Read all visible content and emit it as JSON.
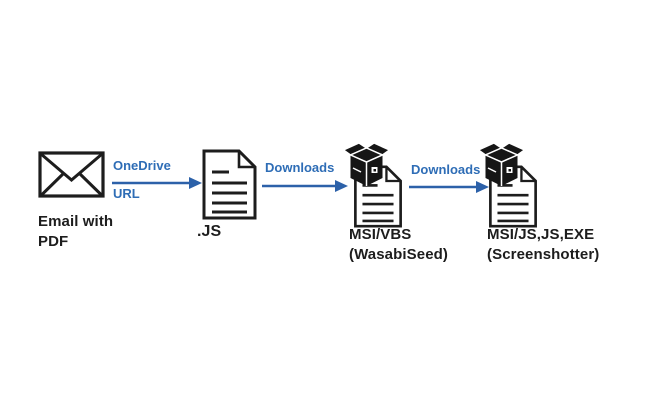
{
  "diagram": {
    "type": "flow",
    "background": "#ffffff",
    "ink_color": "#1d1d1d",
    "accent_blue": "#2e6db6",
    "arrow_blue": "#2c61a9",
    "nodes": [
      {
        "id": "email-with-pdf",
        "icon": "envelope-icon",
        "label_lines": [
          "Email with",
          "PDF"
        ]
      },
      {
        "id": "js-file",
        "icon": "document-icon",
        "label_lines": [
          ".JS"
        ]
      },
      {
        "id": "wasabiseed",
        "icon": "package-on-document-icon",
        "label_lines": [
          "MSI/VBS",
          "(WasabiSeed)"
        ]
      },
      {
        "id": "screenshotter",
        "icon": "package-on-document-icon",
        "label_lines": [
          "MSI/JS,JS,EXE",
          "(Screenshotter)"
        ]
      }
    ],
    "arrows": [
      {
        "from": "email-with-pdf",
        "to": "js-file",
        "label_lines": [
          "OneDrive",
          "URL"
        ]
      },
      {
        "from": "js-file",
        "to": "wasabiseed",
        "label_lines": [
          "Downloads"
        ]
      },
      {
        "from": "wasabiseed",
        "to": "screenshotter",
        "label_lines": [
          "Downloads"
        ]
      }
    ]
  }
}
